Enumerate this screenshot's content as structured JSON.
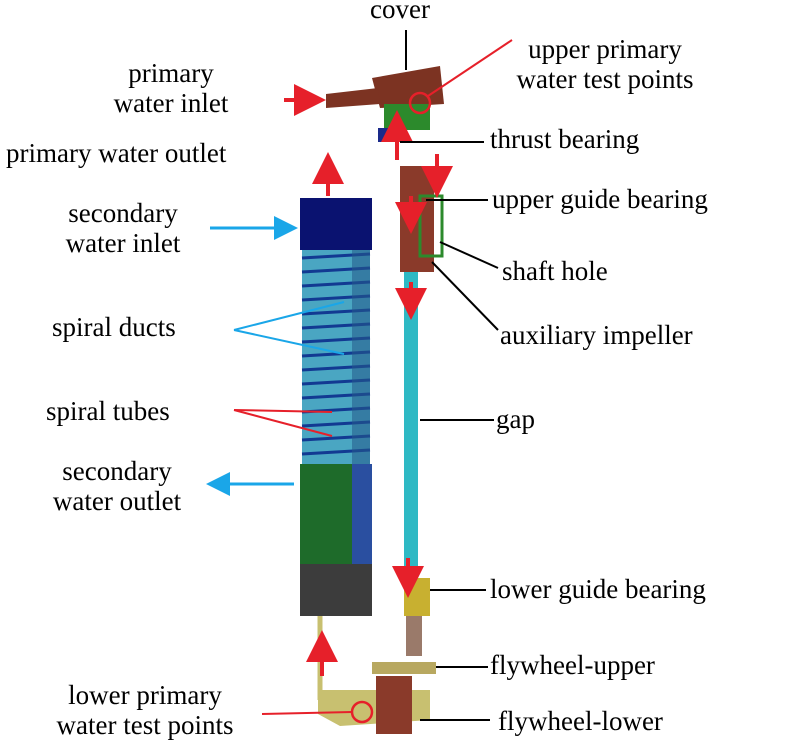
{
  "labels": {
    "cover": "cover",
    "upper_primary_test_points": "upper primary\nwater test points",
    "primary_water_inlet": "primary\nwater inlet",
    "thrust_bearing": "thrust bearing",
    "primary_water_outlet": "primary water outlet",
    "upper_guide_bearing": "upper guide bearing",
    "secondary_water_inlet": "secondary\nwater inlet",
    "shaft_hole": "shaft hole",
    "spiral_ducts": "spiral ducts",
    "auxiliary_impeller": "auxiliary impeller",
    "spiral_tubes": "spiral tubes",
    "gap": "gap",
    "secondary_water_outlet": "secondary\nwater outlet",
    "lower_guide_bearing": "lower guide bearing",
    "flywheel_upper": "flywheel-upper",
    "lower_primary_test_points": "lower primary\nwater test points",
    "flywheel_lower": "flywheel-lower"
  },
  "colors": {
    "heat_exchanger_top": "#0a1270",
    "spiral_section": "#4aa6c2",
    "spiral_duct_stripe": "#123a92",
    "outlet_section": "#1e6b2a",
    "bottom_section": "#3c3c3c",
    "shaft": "#2eb9c4",
    "housing": "#7c3322",
    "flywheel": "#b8a860",
    "primary_flow_arrow": "#e6202a",
    "secondary_flow_arrow": "#1aa6e8",
    "leader_line": "#000000"
  }
}
